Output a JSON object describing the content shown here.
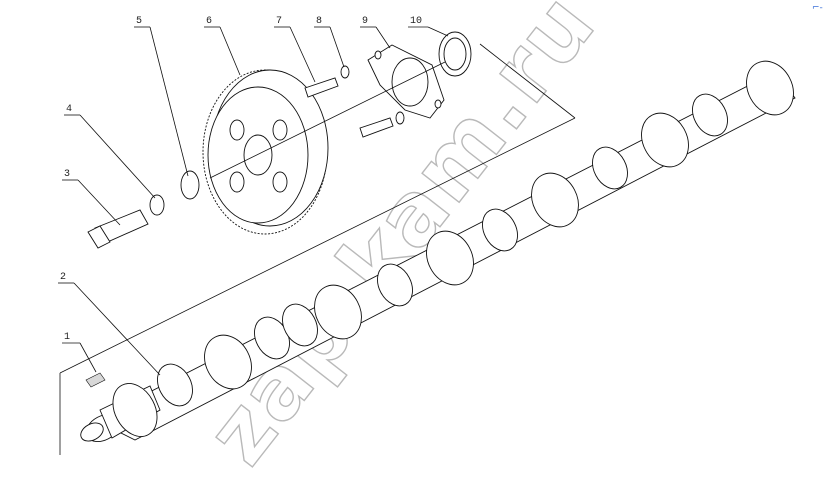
{
  "callouts": [
    "1",
    "2",
    "3",
    "4",
    "5",
    "6",
    "7",
    "8",
    "9",
    "10"
  ],
  "watermark": "zap-kam.ru",
  "corner_mark": "⌐-"
}
